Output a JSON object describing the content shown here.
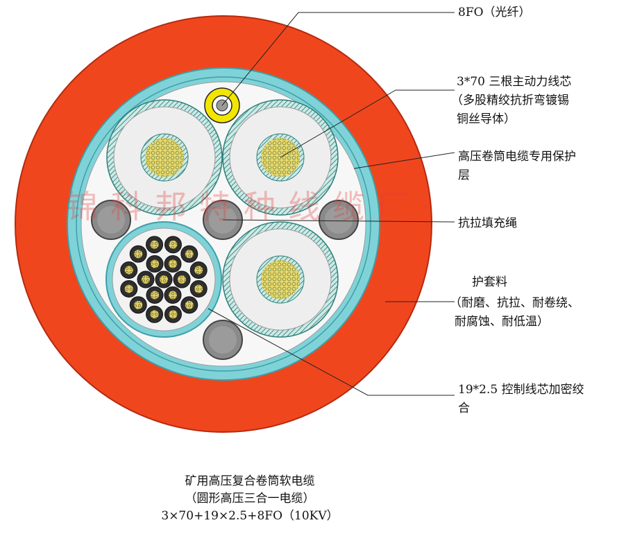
{
  "labels": {
    "fiber": "8FO（光纤）",
    "power_core_1": "3*70 三根主动力线芯",
    "power_core_2": "（多股精绞抗折弯镀锡",
    "power_core_3": "铜丝导体）",
    "shield_1": "高压卷筒电缆专用保护",
    "shield_2": "层",
    "filler": "抗拉填充绳",
    "sheath_1": "护套料",
    "sheath_2": "（耐磨、抗拉、耐卷绕、",
    "sheath_3": "耐腐蚀、耐低温）",
    "control_1": "19*2.5 控制线芯加密绞",
    "control_2": "合"
  },
  "caption": {
    "line1": "矿用高压复合卷筒软电缆",
    "line2": "（圆形高压三合一电缆）",
    "line3": "3×70+19×2.5+8FO（10KV）"
  },
  "watermark": "锦科邦特种线缆厂",
  "colors": {
    "outer_sheath": "#f0461e",
    "shield_layer": "#7fd3d8",
    "inner_fill": "#f4f4f4",
    "conductor": "#e8d96b",
    "copper_mesh": "#3a8f86",
    "filler_rope": "#8a8a8a",
    "fiber": "#f2e600",
    "control_core": "#2e2e2e"
  }
}
